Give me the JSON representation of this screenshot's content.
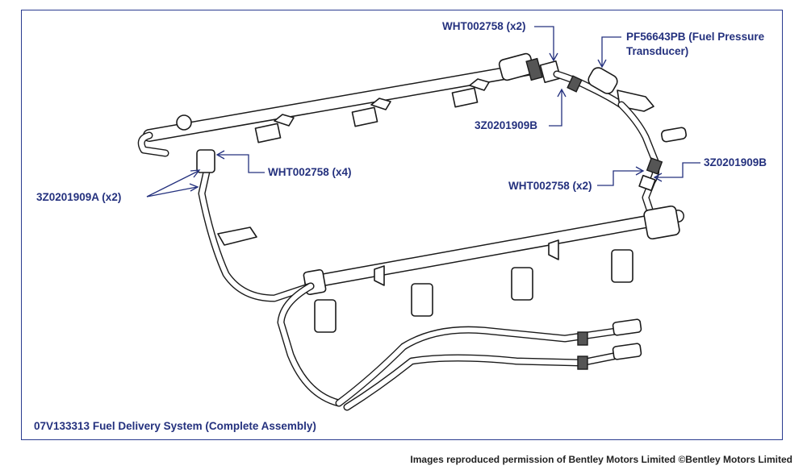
{
  "labels": {
    "wht_top": "WHT002758 (x2)",
    "pf_line1": "PF56643PB (Fuel Pressure",
    "pf_line2": "Transducer)",
    "z_top": "3Z0201909B",
    "wht_left": "WHT002758 (x4)",
    "z_left": "3Z0201909A (x2)",
    "wht_right": "WHT002758 (x2)",
    "z_right": "3Z0201909B"
  },
  "caption": "07V133313 Fuel Delivery System (Complete Assembly)",
  "credit": "Images reproduced permission of Bentley Motors Limited ©Bentley Motors Limited",
  "colors": {
    "label_text": "#24317e",
    "frame_border": "#2a3b8f",
    "line_art": "#1a1a1a"
  }
}
